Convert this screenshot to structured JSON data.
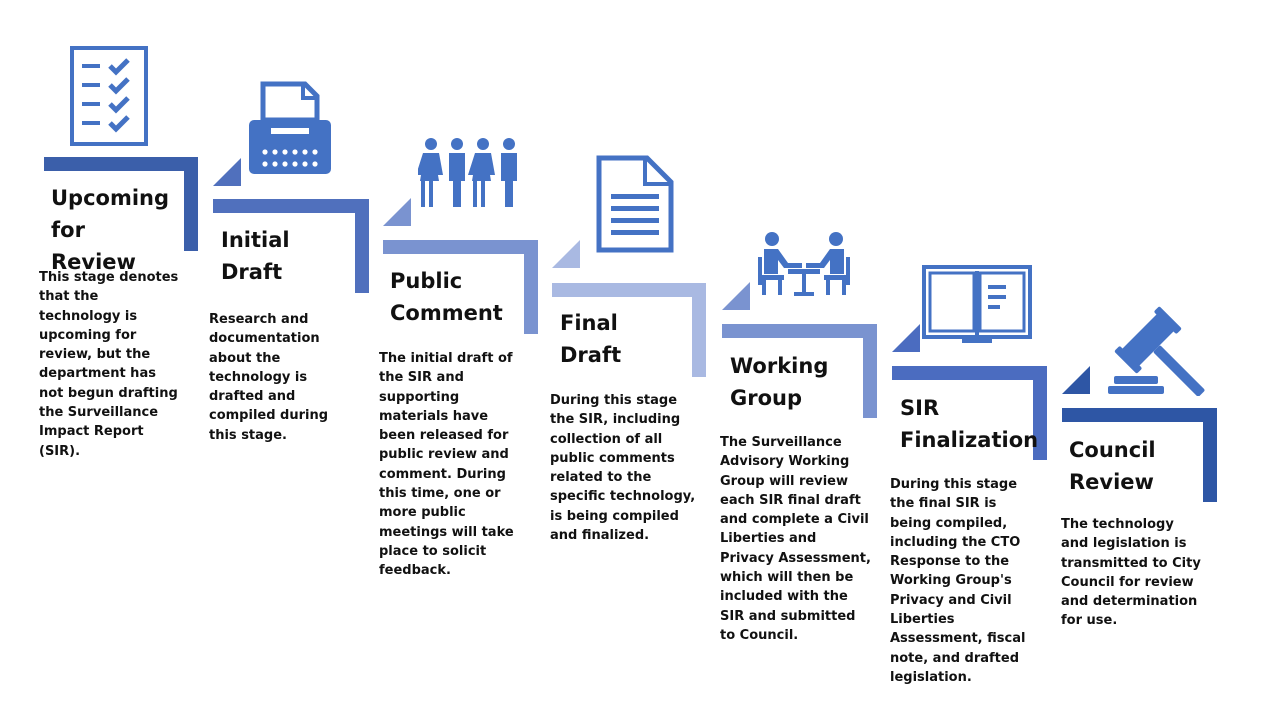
{
  "colors": {
    "stage1": "#3b5faa",
    "stage2": "#5070bd",
    "stage3": "#7a93d0",
    "stage4": "#a9b9e2",
    "stage5": "#7a93d0",
    "stage6": "#4b6cc0",
    "stage7": "#2e56a5",
    "icon": "#4472c4"
  },
  "stages": [
    {
      "title": "Upcoming\nfor Review",
      "icon": "checklist-icon",
      "description": "This stage denotes that the technology is upcoming for review, but the department has not begun drafting the Surveillance Impact Report (SIR)."
    },
    {
      "title": "Initial Draft",
      "icon": "typewriter-icon",
      "description": "Research and documentation about the technology is drafted and compiled during this stage."
    },
    {
      "title": "Public\nComment",
      "icon": "people-icon",
      "description": "The initial draft of the SIR and supporting materials have been released for public review and comment. During this time, one or more public meetings will take place to solicit feedback."
    },
    {
      "title": "Final Draft",
      "icon": "document-icon",
      "description": "During this stage the SIR, including collection of all public comments related to the specific technology, is being compiled and finalized."
    },
    {
      "title": "Working\nGroup",
      "icon": "meeting-icon",
      "description": "The Surveillance Advisory Working Group will review each SIR final draft and complete a Civil Liberties and Privacy Assessment, which will then be included with the SIR and submitted to Council."
    },
    {
      "title": "SIR\nFinalization",
      "icon": "open-book-icon",
      "description": "During this stage the final SIR is being compiled, including the CTO Response to the Working Group's Privacy and Civil Liberties Assessment, fiscal note, and drafted legislation."
    },
    {
      "title": "Council\nReview",
      "icon": "gavel-icon",
      "description": "The technology and legislation is transmitted to City Council for review and determination for use."
    }
  ]
}
